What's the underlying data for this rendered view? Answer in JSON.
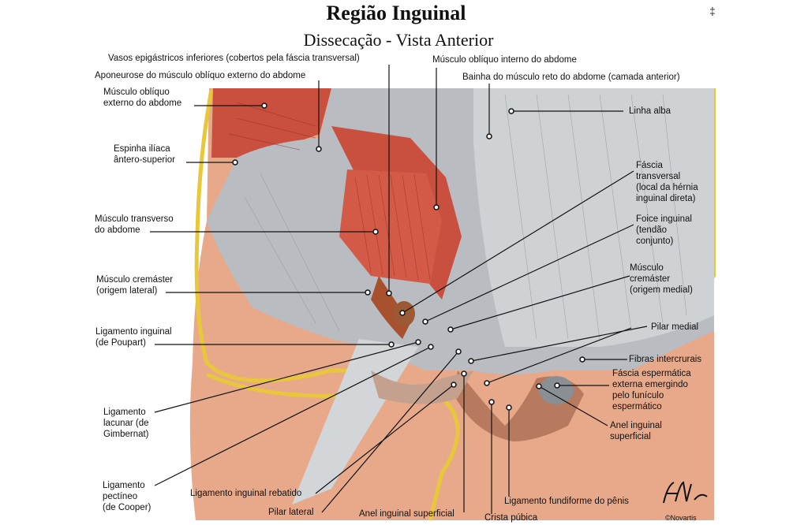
{
  "title": "Região Inguinal",
  "subtitle": "Dissecação - Vista Anterior",
  "corner_mark": "‡",
  "copyright": "©Novartis",
  "colors": {
    "muscle": "#c9503f",
    "fascia": "#b9bcc0",
    "skin": "#e7a98a",
    "fat_edge": "#e8c83a",
    "leader": "#111111"
  },
  "labels": {
    "vasos": "Vasos epigástricos inferiores (cobertos pela fáscia transversal)",
    "aponeurose": "Aponeurose do músculo oblíquo externo do abdome",
    "obl_externo": "Músculo oblíquo\nexterno do abdome",
    "espinha": "Espinha ilíaca\nântero-superior",
    "transverso": "Músculo transverso\ndo abdome",
    "cremaster_lat": "Músculo cremáster\n(origem lateral)",
    "lig_inguinal": "Ligamento inguinal\n(de Poupart)",
    "lacunar": "Ligamento\nlacunar (de\nGimbernat)",
    "pectineo": "Ligamento\npectíneo\n(de Cooper)",
    "lig_rebatido": "Ligamento inguinal rebatido",
    "pilar_lateral": "Pilar lateral",
    "anel_sup_bottom": "Anel inguinal superficial",
    "crista": "Crista púbica",
    "fundiforme": "Ligamento fundiforme do pênis",
    "obl_interno": "Músculo oblíquo interno do abdome",
    "bainha": "Bainha do músculo reto do abdome (camada anterior)",
    "linha_alba": "Linha alba",
    "fascia_transv": "Fáscia\ntransversal\n(local da hérnia\ninguinal direta)",
    "foice": "Foice inguinal\n(tendão\nconjunto)",
    "cremaster_med": "Músculo\ncremáster\n(origem medial)",
    "pilar_medial": "Pilar medial",
    "fibras": "Fibras intercrurais",
    "fascia_esperm": "Fáscia espermática\nexterna emergindo\npelo funículo\nespermático",
    "anel_sup_right": "Anel inguinal\nsuperficial"
  }
}
